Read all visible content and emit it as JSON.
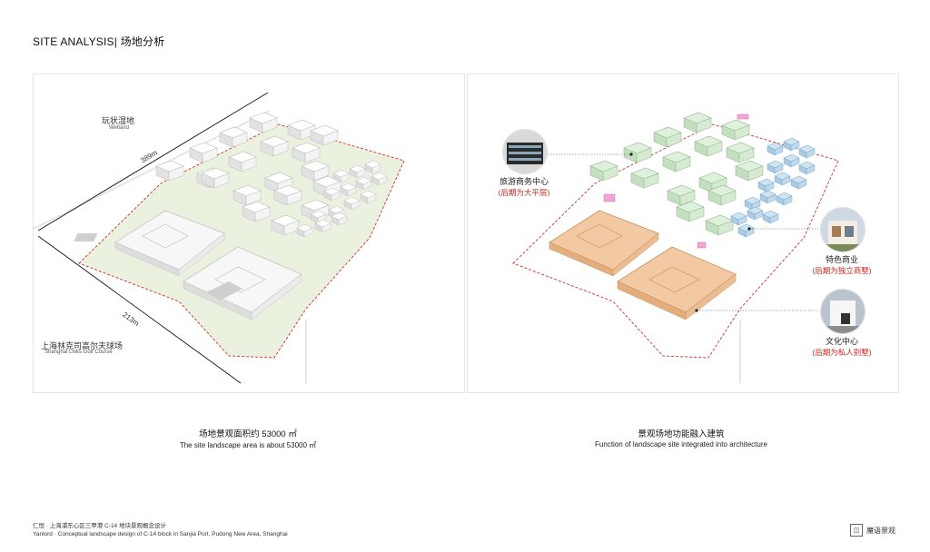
{
  "header": {
    "title": "SITE ANALYSIS| 场地分析"
  },
  "left_panel": {
    "wetland_cn": "玩状湿地",
    "wetland_en": "Wetland",
    "dim_top": "389m",
    "dim_bottom": "213m",
    "golf_cn": "上海林克司高尔夫球场",
    "golf_en": "Shanghai Links Golf Course"
  },
  "right_panel": {
    "callouts": [
      {
        "cn": "旅游商务中心",
        "red": "(后期为大平层)"
      },
      {
        "cn": "特色商业",
        "red": "(后期为独立商墅)"
      },
      {
        "cn": "文化中心",
        "red": "(后期为私人别墅)"
      }
    ]
  },
  "captions": {
    "left_cn": "场地景观面积约 53000 ㎡",
    "left_en": "The site landscape area is about 53000 ㎡",
    "right_cn": "景观场地功能融入建筑",
    "right_en": "Function of landscape site integrated into architecture"
  },
  "footer": {
    "line1": "仁恒 · 上海浦东心区三甲港 C-14 地块景观概念设计",
    "line2": "Yanlord · Conceptual landscape design of C-14 block in Sanjia Port, Pudong New Area, Shanghai"
  },
  "logo": {
    "text": "魔语景观"
  }
}
